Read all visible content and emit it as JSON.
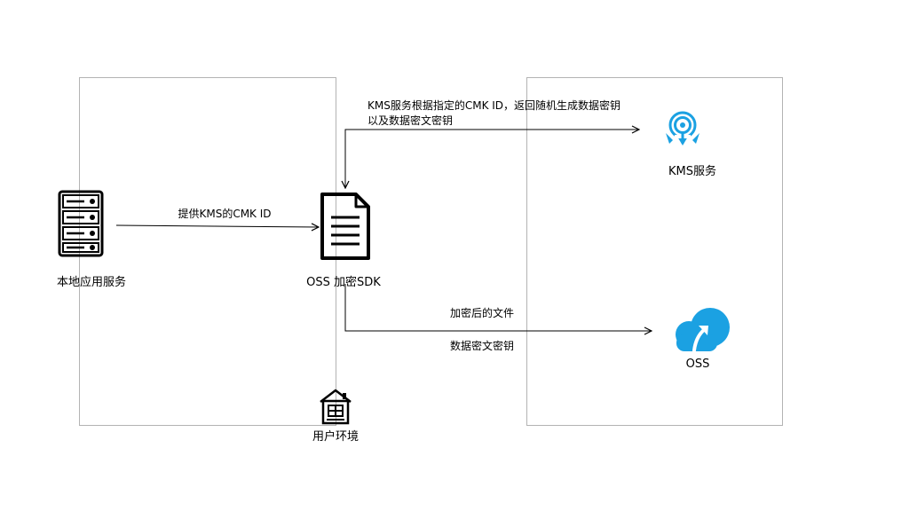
{
  "zones": {
    "user_env": {
      "label": "用户环境"
    },
    "cloud": {
      "label": ""
    }
  },
  "nodes": {
    "local_app": {
      "label": "本地应用服务",
      "icon": "server-icon"
    },
    "sdk": {
      "label": "OSS 加密SDK",
      "icon": "document-icon"
    },
    "kms": {
      "label": "KMS服务",
      "icon": "kms-key-icon"
    },
    "oss": {
      "label": "OSS",
      "icon": "cloud-upload-icon"
    },
    "home": {
      "icon": "house-icon"
    }
  },
  "edges": {
    "app_to_sdk": {
      "label": "提供KMS的CMK ID"
    },
    "kms_return": {
      "line1": "KMS服务根据指定的CMK ID，返回随机生成数据密钥",
      "line2": "以及数据密文密钥"
    },
    "sdk_to_oss": {
      "label_top": "加密后的文件",
      "label_bottom": "数据密文密钥"
    }
  },
  "colors": {
    "border": "#b3b3b3",
    "accent": "#1ba1e2",
    "line": "#000000"
  }
}
